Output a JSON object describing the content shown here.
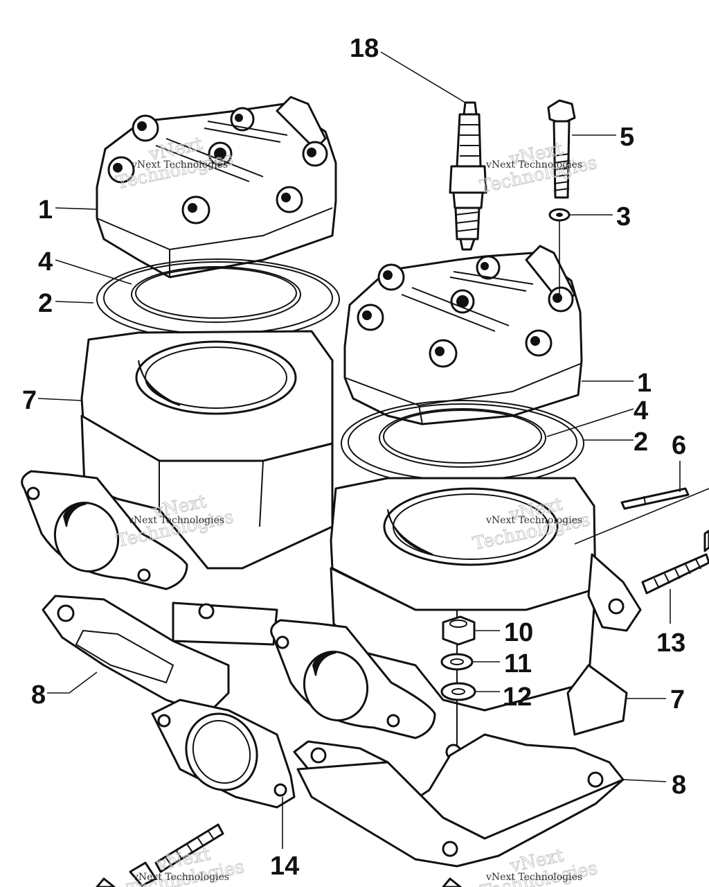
{
  "callouts": [
    {
      "id": "c18",
      "label": "18"
    },
    {
      "id": "c5",
      "label": "5"
    },
    {
      "id": "c3",
      "label": "3"
    },
    {
      "id": "c1a",
      "label": "1"
    },
    {
      "id": "c4a",
      "label": "4"
    },
    {
      "id": "c2a",
      "label": "2"
    },
    {
      "id": "c7a",
      "label": "7"
    },
    {
      "id": "c1b",
      "label": "1"
    },
    {
      "id": "c4b",
      "label": "4"
    },
    {
      "id": "c2b",
      "label": "2"
    },
    {
      "id": "c6",
      "label": "6"
    },
    {
      "id": "c13",
      "label": "13"
    },
    {
      "id": "c10",
      "label": "10"
    },
    {
      "id": "c11",
      "label": "11"
    },
    {
      "id": "c12",
      "label": "12"
    },
    {
      "id": "c7b",
      "label": "7"
    },
    {
      "id": "c8a",
      "label": "8"
    },
    {
      "id": "c8b",
      "label": "8"
    },
    {
      "id": "c14",
      "label": "14"
    }
  ],
  "watermark": {
    "line1": "vNext",
    "line2": "Technologies",
    "small": "vNext Technologies"
  }
}
